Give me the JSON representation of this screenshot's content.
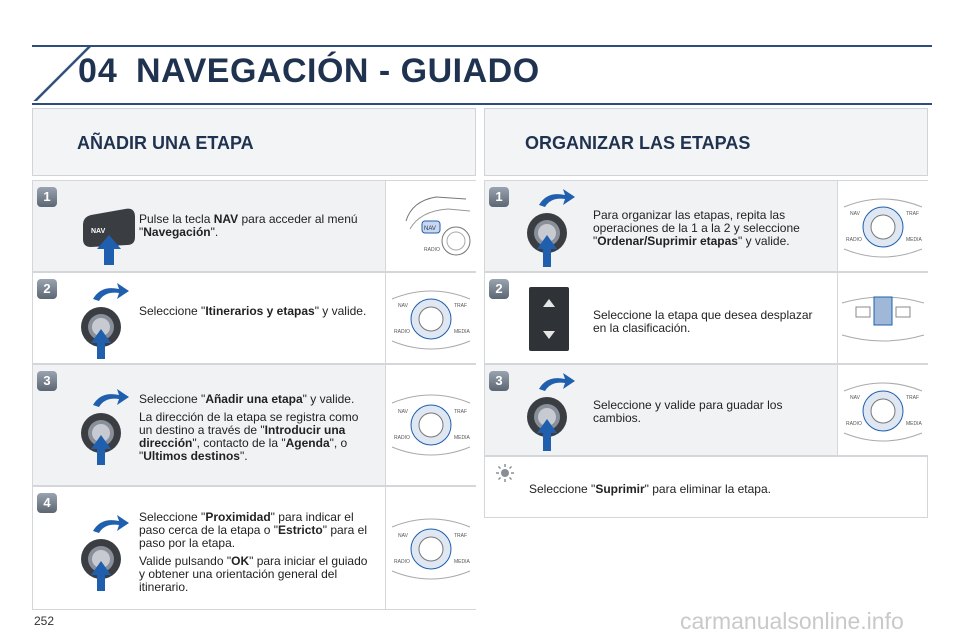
{
  "header": {
    "chapter": "04",
    "title": "NAVEGACIÓN - GUIADO"
  },
  "left": {
    "title": "AÑADIR UNA ETAPA",
    "steps": [
      {
        "num": "1",
        "parts": [
          "Pulse la tecla ",
          "NAV",
          " para acceder al menú \"",
          "Navegación",
          "\"."
        ]
      },
      {
        "num": "2",
        "parts": [
          "Seleccione \"",
          "Itinerarios y etapas",
          "\" y valide."
        ]
      },
      {
        "num": "3",
        "parts": [
          "Seleccione \"",
          "Añadir una etapa",
          "\" y valide."
        ],
        "parts2": [
          "La dirección de la etapa se registra como un destino a través de \"",
          "Introducir una dirección",
          "\", contacto de la \"",
          "Agenda",
          "\", o \"",
          "Ultimos destinos",
          "\"."
        ]
      },
      {
        "num": "4",
        "parts": [
          "Seleccione \"",
          "Proximidad",
          "\" para indicar el paso cerca de la etapa o \"",
          "Estricto",
          "\" para el paso por la etapa."
        ],
        "parts2": [
          "Valide pulsando \"",
          "OK",
          "\" para iniciar el guiado y obtener una orientación general del itinerario."
        ]
      }
    ]
  },
  "right": {
    "title": "ORGANIZAR LAS ETAPAS",
    "steps": [
      {
        "num": "1",
        "parts": [
          "Para organizar las etapas, repita las operaciones de la 1 a la 2 y seleccione \"",
          "Ordenar/Suprimir etapas",
          "\" y valide."
        ]
      },
      {
        "num": "2",
        "parts": [
          "Seleccione la etapa que desea desplazar en la clasificación."
        ]
      },
      {
        "num": "3",
        "parts": [
          "Seleccione y valide para guadar los cambios."
        ]
      }
    ],
    "tip": {
      "parts": [
        "Seleccione \"",
        "Suprimir",
        "\" para eliminar la etapa."
      ]
    }
  },
  "device_labels": {
    "nav": "NAV",
    "traf": "TRAF",
    "radio": "RADIO",
    "media": "MEDIA"
  },
  "footer": {
    "page": "252",
    "watermark": "carmanualsonline.info"
  }
}
